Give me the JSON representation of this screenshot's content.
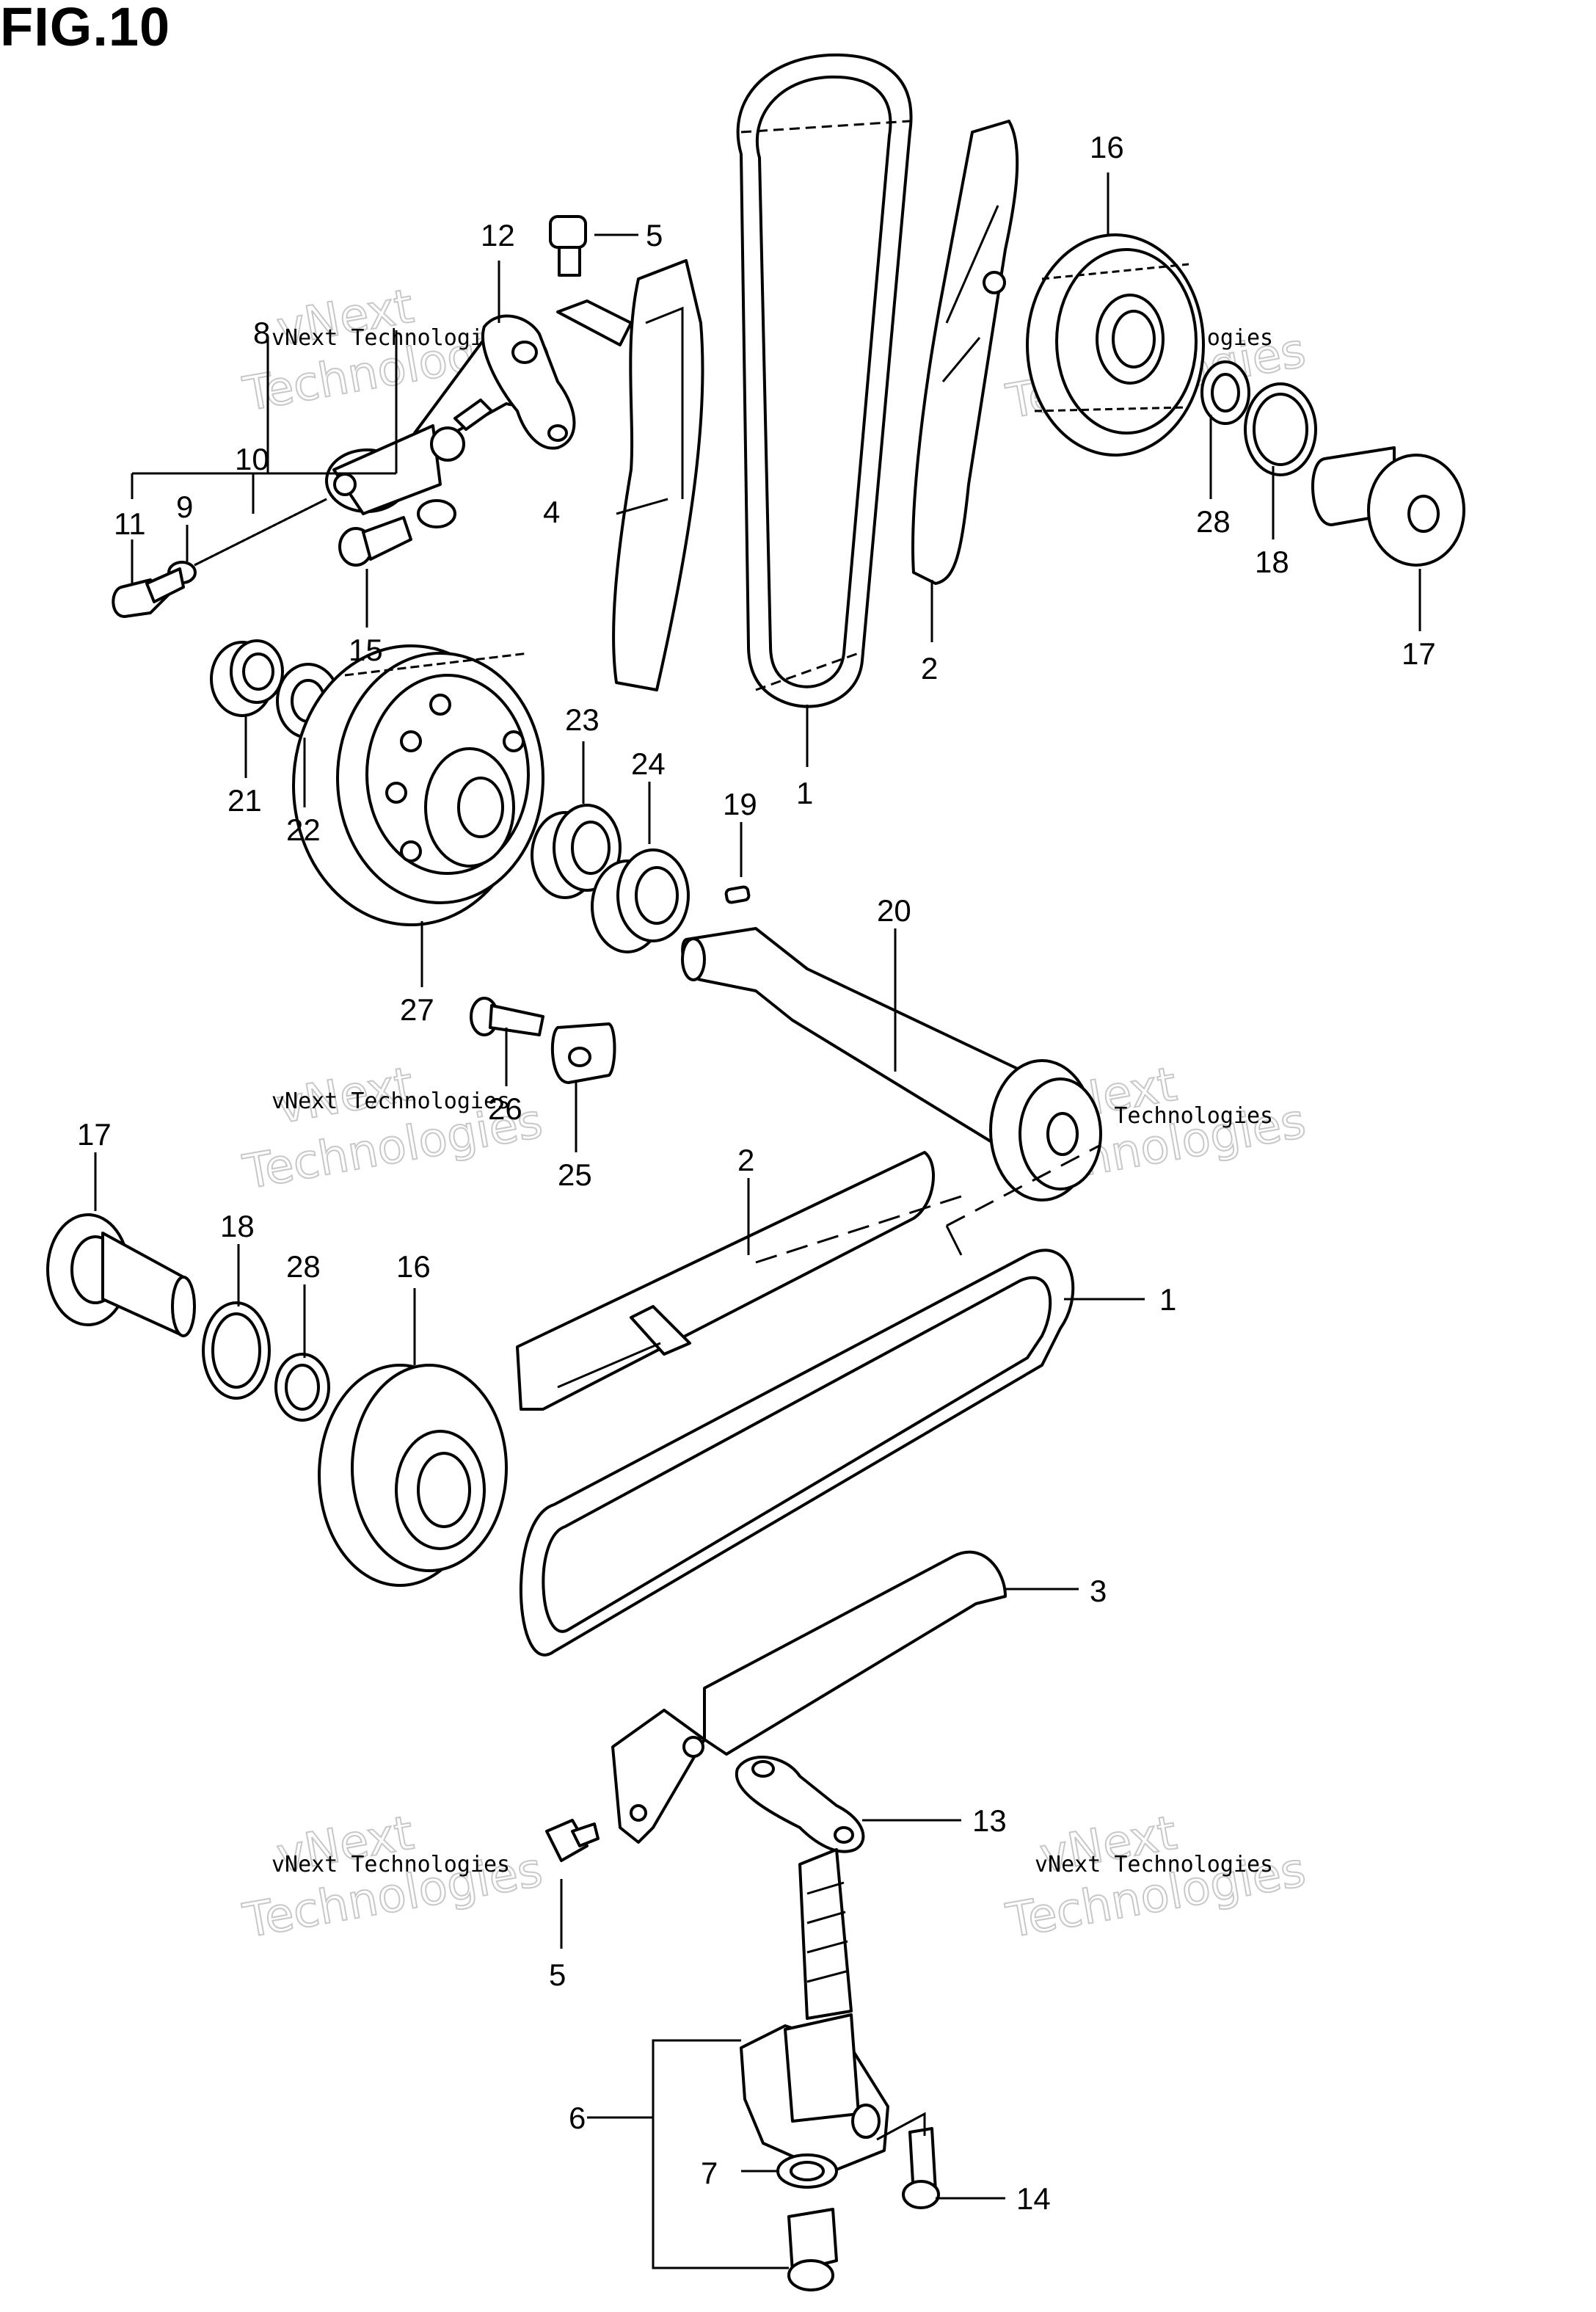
{
  "figure": {
    "title": "FIG.10"
  },
  "callouts": {
    "c1_top": "1",
    "c1_bottom": "1",
    "c2_top": "2",
    "c2_mid": "2",
    "c3": "3",
    "c4": "4",
    "c5_top": "5",
    "c5_bottom": "5",
    "c6": "6",
    "c7": "7",
    "c8": "8",
    "c9": "9",
    "c10": "10",
    "c11": "11",
    "c12": "12",
    "c13": "13",
    "c14": "14",
    "c15": "15",
    "c16_top": "16",
    "c16_bottom": "16",
    "c17_top": "17",
    "c17_bottom": "17",
    "c18_top": "18",
    "c18_bottom": "18",
    "c19": "19",
    "c20": "20",
    "c21": "21",
    "c22": "22",
    "c23": "23",
    "c24": "24",
    "c25": "25",
    "c26": "26",
    "c27": "27",
    "c28_top": "28",
    "c28_bottom": "28"
  },
  "watermark": {
    "small": "vNext Technologies",
    "large_top": "vNext",
    "large_bottom": "Technologies"
  }
}
